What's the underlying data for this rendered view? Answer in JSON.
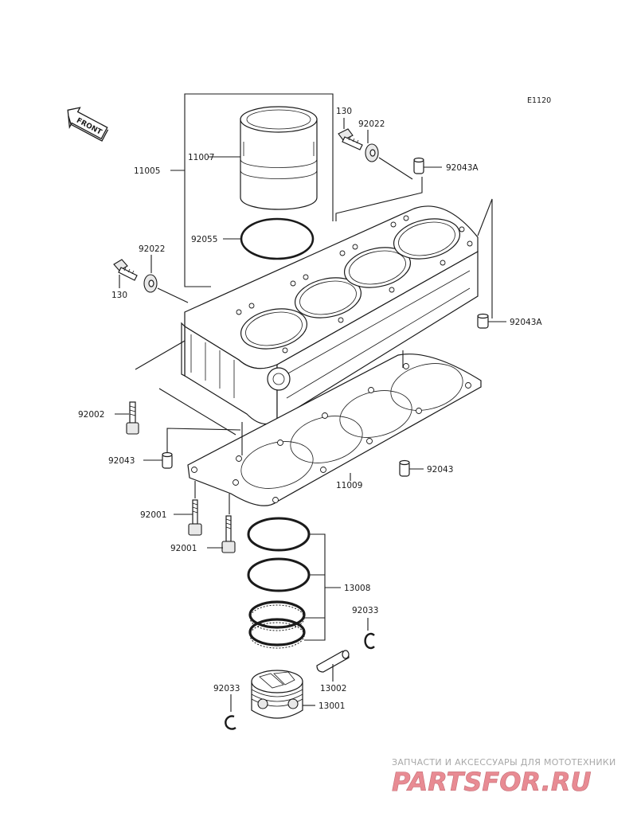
{
  "diagram_code": "E1120",
  "front_arrow_text": "FRONT",
  "labels": {
    "l11005": "11005",
    "l11007": "11007",
    "l130a": "130",
    "l92022a": "92022",
    "l92043Aa": "92043A",
    "l92055": "92055",
    "l92022b": "92022",
    "l130b": "130",
    "l92043Ab": "92043A",
    "l92002": "92002",
    "l92043a": "92043",
    "l11009": "11009",
    "l92043b": "92043",
    "l92001a": "92001",
    "l92001b": "92001",
    "l13008": "13008",
    "l92033a": "92033",
    "l13002": "13002",
    "l92033b": "92033",
    "l13001": "13001"
  },
  "watermark": {
    "line1": "ЗАПЧАСТИ И АКСЕССУАРЫ ДЛЯ МОТОТЕХНИКИ",
    "line2": "PARTSFOR.RU",
    "color": "#e88b93"
  }
}
